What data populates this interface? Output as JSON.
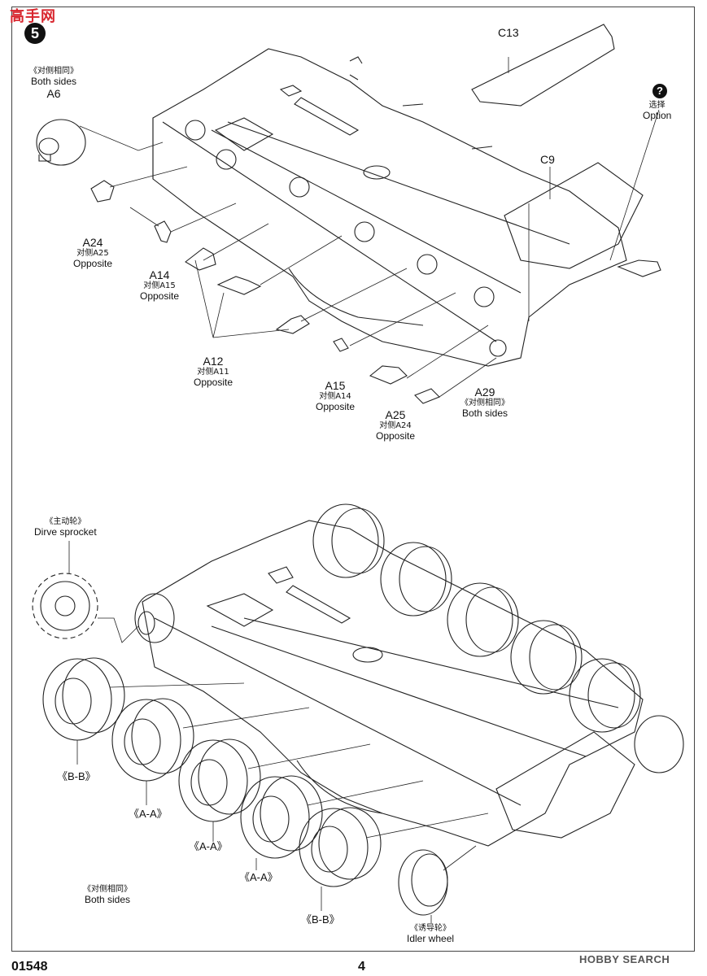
{
  "watermark_logo": "高手网",
  "step_number": "5",
  "parts_top": {
    "a6": {
      "code": "A6",
      "zh": "《对侧相同》",
      "en": "Both sides"
    },
    "c13": {
      "code": "C13"
    },
    "option": {
      "icon": "?",
      "zh": "选择",
      "en": "Option"
    },
    "c9": {
      "code": "C9"
    },
    "a24": {
      "code": "A24",
      "zh": "对侧A25",
      "en": "Opposite"
    },
    "a14": {
      "code": "A14",
      "zh": "对侧A15",
      "en": "Opposite"
    },
    "a12": {
      "code": "A12",
      "zh": "对侧A11",
      "en": "Opposite"
    },
    "a15": {
      "code": "A15",
      "zh": "对侧A14",
      "en": "Opposite"
    },
    "a25": {
      "code": "A25",
      "zh": "对侧A24",
      "en": "Opposite"
    },
    "a29": {
      "code": "A29",
      "zh": "《对侧相同》",
      "en": "Both sides"
    }
  },
  "parts_bottom": {
    "sprocket": {
      "zh": "《主动轮》",
      "en": "Dirve sprocket"
    },
    "wheel_1": "《B-B》",
    "wheel_2": "《A-A》",
    "wheel_3": "《A-A》",
    "wheel_4": "《A-A》",
    "wheel_5": "《B-B》",
    "both_sides": {
      "zh": "《对侧相同》",
      "en": "Both sides"
    },
    "idler": {
      "zh": "《诱导轮》",
      "en": "Idler wheel"
    }
  },
  "footer": {
    "product_code": "01548",
    "page_number": "4",
    "watermark": "HOBBY SEARCH"
  }
}
